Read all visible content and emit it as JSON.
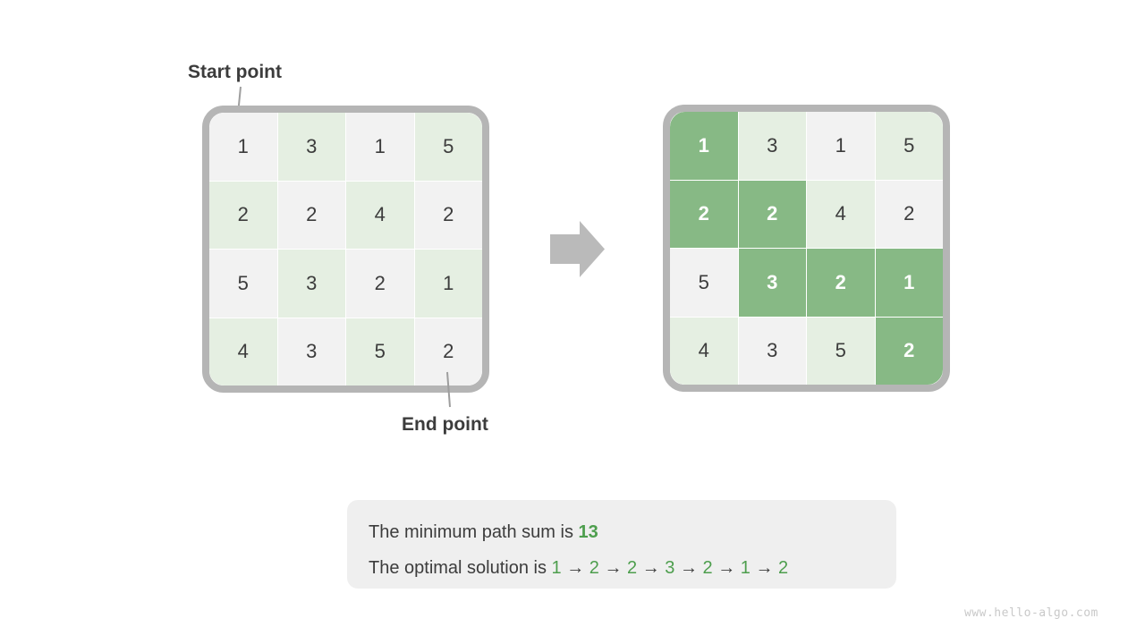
{
  "labels": {
    "start": "Start point",
    "end": "End point"
  },
  "grids": {
    "left": {
      "rows": [
        [
          1,
          3,
          1,
          5
        ],
        [
          2,
          2,
          4,
          2
        ],
        [
          5,
          3,
          2,
          1
        ],
        [
          4,
          3,
          5,
          2
        ]
      ],
      "path_cells": []
    },
    "right": {
      "rows": [
        [
          1,
          3,
          1,
          5
        ],
        [
          2,
          2,
          4,
          2
        ],
        [
          5,
          3,
          2,
          1
        ],
        [
          4,
          3,
          5,
          2
        ]
      ],
      "path_cells": [
        [
          0,
          0
        ],
        [
          1,
          0
        ],
        [
          1,
          1
        ],
        [
          2,
          1
        ],
        [
          2,
          2
        ],
        [
          2,
          3
        ],
        [
          3,
          3
        ]
      ]
    }
  },
  "caption": {
    "line1_prefix": "The minimum path sum is ",
    "line1_value": "13",
    "line2_prefix": "The optimal solution is ",
    "solution_path": [
      1,
      2,
      2,
      3,
      2,
      1,
      2
    ],
    "arrow": "→"
  },
  "watermark": "www.hello-algo.com",
  "colors": {
    "cell_gray": "#f2f2f2",
    "cell_green": "#e5efe2",
    "path_green": "#87b985",
    "border_gray": "#b5b5b5",
    "arrow_gray": "#bababa",
    "text_dark": "#3c3c3c",
    "text_green": "#4d9e4d",
    "caption_bg": "#efefef",
    "watermark_gray": "#c9c9c9",
    "connector_gray": "#9e9e9e"
  }
}
